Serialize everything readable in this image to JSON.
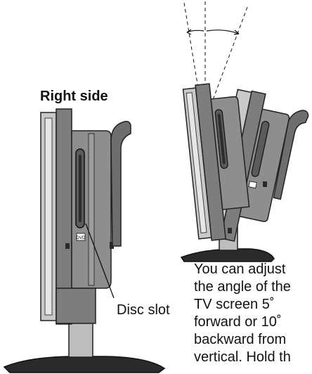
{
  "labels": {
    "right_side": "Right side",
    "disc_slot": "Disc slot",
    "dvd_logo": "DVD"
  },
  "caption": {
    "lines": [
      "You can adjust",
      "the angle of the",
      "TV screen 5˚",
      "forward or 10˚",
      "backward from",
      "vertical. Hold th"
    ]
  }
}
